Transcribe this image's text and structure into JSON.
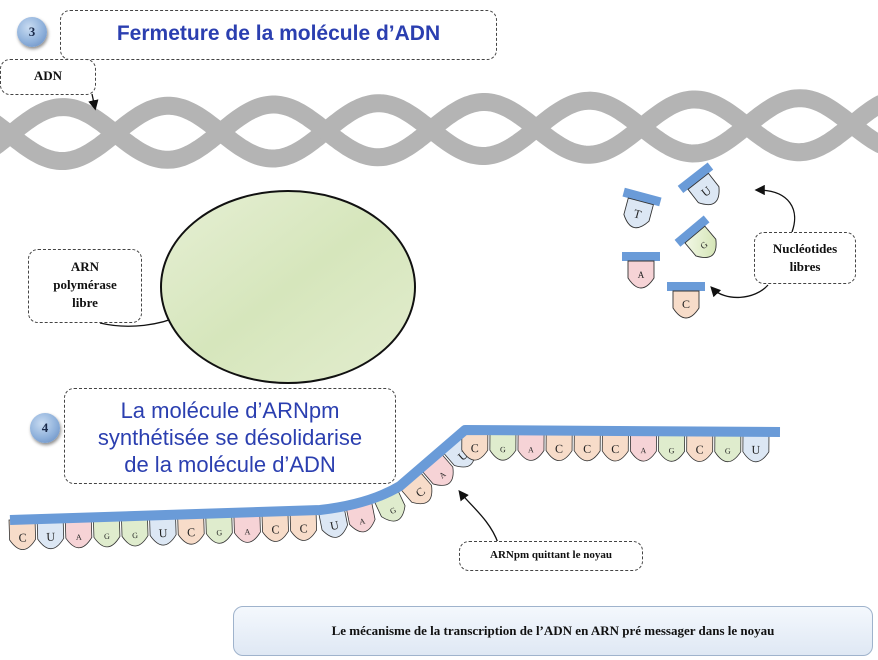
{
  "step3": {
    "number": "3",
    "title": "Fermeture de la molécule d’ADN"
  },
  "dna_label": "ADN",
  "arn_polymerase": {
    "line1": "ARN",
    "line2": "polymérase",
    "line3": "libre"
  },
  "nucleotides_label": {
    "line1": "Nucléotides",
    "line2": "libres"
  },
  "free_nucleotides": [
    "U",
    "T",
    "G",
    "A",
    "C"
  ],
  "step4": {
    "number": "4",
    "line1": "La molécule d’ARNpm",
    "line2": "synthétisée se désolidarise",
    "line3": "de la molécule d’ADN"
  },
  "rna_sequence": [
    "C",
    "U",
    "A",
    "G",
    "G",
    "U",
    "C",
    "G",
    "A",
    "C",
    "C",
    "U",
    "A",
    "G",
    "C",
    "A",
    "U",
    "C",
    "G",
    "A",
    "C",
    "C",
    "C",
    "A",
    "G",
    "C",
    "G",
    "U"
  ],
  "arn_leaving_label": "ARNpm quittant le noyau",
  "footer": "Le mécanisme de la transcription de l’ADN en ARN pré  messager dans le  noyau",
  "colors": {
    "title_blue": "#2b3fb0",
    "dna_grey": "#b4b4b4",
    "backbone_blue": "#6a9bd8",
    "enzyme_green": "#dce8c4",
    "nucleotide_A": "#f6d3d6",
    "nucleotide_C": "#f7dcc9",
    "nucleotide_G": "#dfeccd",
    "nucleotide_U": "#dce7f4",
    "nucleotide_T": "#dce7f4"
  }
}
